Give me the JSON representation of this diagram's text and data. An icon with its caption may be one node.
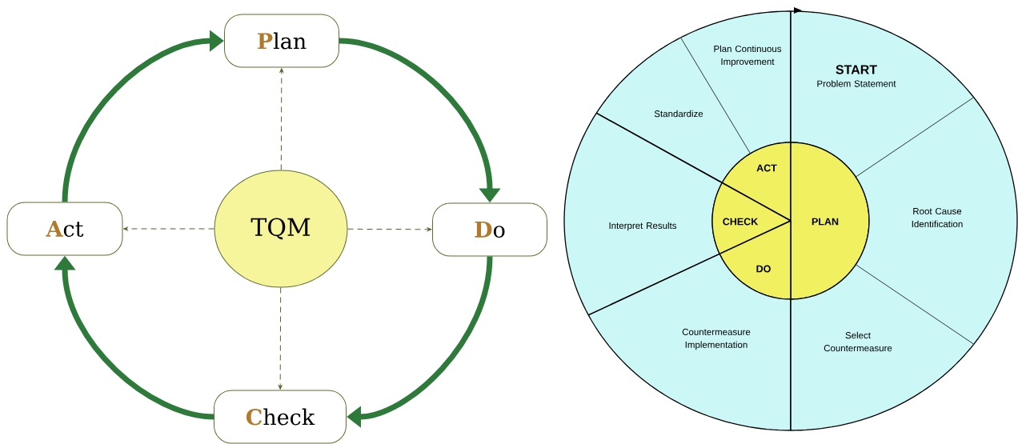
{
  "diagram": {
    "nodes": [
      {
        "text": [
          "**P**lan"
        ]
      },
      {
        "text": [
          "**A**ct"
        ]
      },
      {
        "text": [
          "TQM"
        ]
      },
      {
        "text": [
          "**D**o"
        ]
      },
      {
        "text": [
          "**C**heck"
        ]
      },
      {
        "text": [
          "Plan Continuous Improvement"
        ]
      },
      {
        "text": [
          "START",
          "Problem Statement"
        ]
      },
      {
        "text": [
          "Standardize"
        ]
      },
      {
        "text": [
          "ACT"
        ]
      },
      {
        "text": [
          "Interpret Results"
        ]
      },
      {
        "text": [
          "CHECK"
        ]
      },
      {
        "text": [
          "PLAN"
        ]
      },
      {
        "text": [
          "Root Cause Identification"
        ]
      },
      {
        "text": [
          "DO"
        ]
      },
      {
        "text": [
          "Countermeasure Implementation"
        ]
      },
      {
        "text": [
          "Select Countermeasure"
        ]
      }
    ],
    "edges": [
      {
        "from": 2,
        "to": 0,
        "arrow": "to",
        "style": "dashed",
        "color": "#55652a"
      },
      {
        "from": 2,
        "to": 3,
        "arrow": "to",
        "style": "dashed",
        "color": "#55652a"
      },
      {
        "from": 2,
        "to": 4,
        "arrow": "to",
        "style": "dashed",
        "color": "#55652a"
      },
      {
        "from": 2,
        "to": 1,
        "arrow": "to",
        "style": "dashed",
        "color": "#55652a"
      },
      {
        "from": 0,
        "to": 3,
        "arrow": "to",
        "style": "thick",
        "color": "#2d7a3a"
      },
      {
        "from": 3,
        "to": 4,
        "arrow": "to",
        "style": "thick",
        "color": "#2d7a3a"
      },
      {
        "from": 4,
        "to": 1,
        "arrow": "to",
        "style": "thick",
        "color": "#2d7a3a"
      },
      {
        "from": 1,
        "to": 0,
        "arrow": "to",
        "style": "thick",
        "color": "#2d7a3a"
      }
    ]
  }
}
